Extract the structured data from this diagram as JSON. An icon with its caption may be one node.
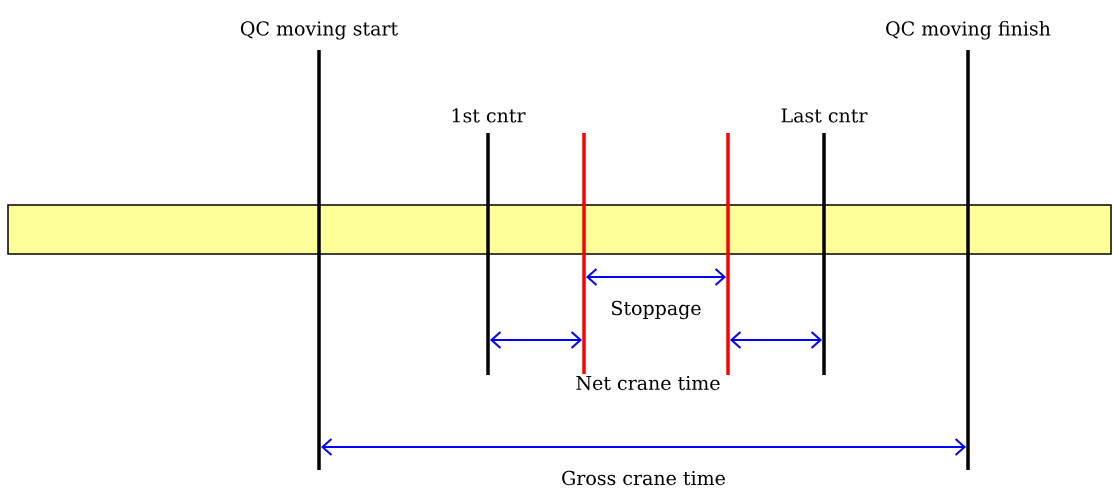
{
  "diagram": {
    "nodes": [
      {
        "text": [],
        "shape": "bar"
      },
      {
        "text": [
          "QC moving start"
        ]
      },
      {
        "text": [
          "1st cntr"
        ]
      },
      {
        "text": [],
        "shape": "bar"
      },
      {
        "text": [],
        "shape": "bar"
      },
      {
        "text": [
          "Last cntr"
        ]
      },
      {
        "text": [
          "QC moving finish"
        ]
      }
    ],
    "edges": [
      {
        "from": 2,
        "to": 3,
        "arrow": "both"
      },
      {
        "from": 3,
        "to": 4,
        "arrow": "both",
        "label": "Stoppage"
      },
      {
        "from": 4,
        "to": 5,
        "arrow": "both"
      },
      {
        "from": 1,
        "to": 6,
        "arrow": "both",
        "label": "Gross crane time"
      }
    ],
    "labels": [
      "Net crane time"
    ]
  }
}
